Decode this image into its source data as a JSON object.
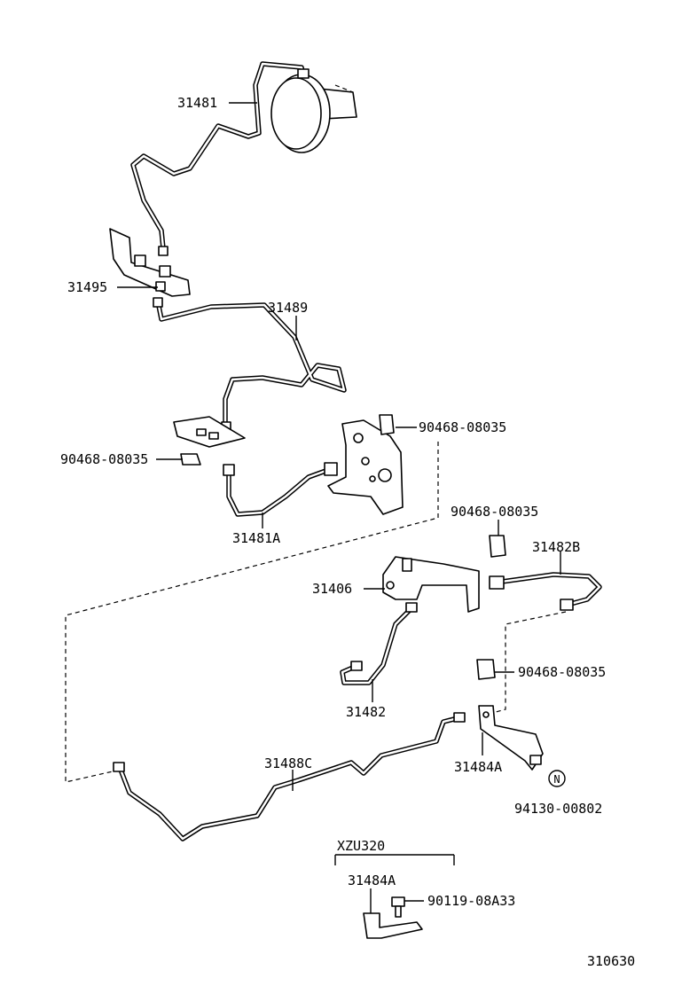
{
  "diagram_id": "310630",
  "labels": {
    "p31481": "31481",
    "p31495": "31495",
    "p31489": "31489",
    "clip_top_right": "90468-08035",
    "clip_left": "90468-08035",
    "p31481A": "31481A",
    "clip_mid_right": "90468-08035",
    "p31482B": "31482B",
    "p31406": "31406",
    "clip_lower_right": "90468-08035",
    "p31482": "31482",
    "p31488C": "31488C",
    "p31484A": "31484A",
    "n_marker": "N",
    "p94130": "94130-00802",
    "model": "XZU320",
    "p31484A_model": "31484A",
    "bolt": "90119-08A33"
  }
}
